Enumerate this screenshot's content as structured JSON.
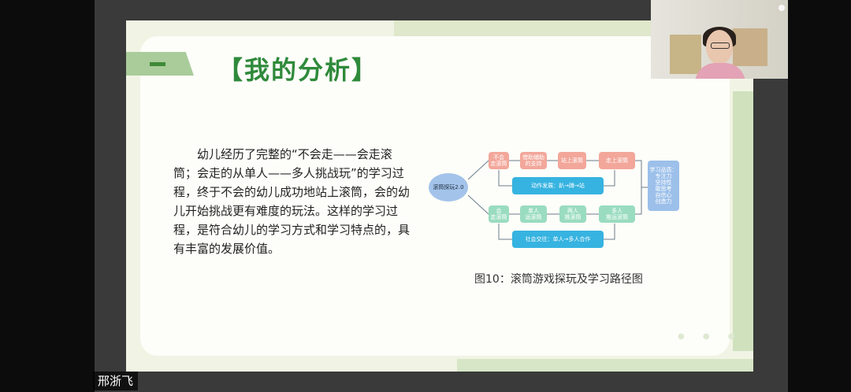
{
  "slide": {
    "title": "【我的分析】",
    "paragraph": "幼儿经历了完整的“不会走——会走滚筒；会走的从单人——多人挑战玩”的学习过程，终于不会的幼儿成功地站上滚筒，会的幼儿开始挑战更有难度的玩法。这样的学习过程，是符合幼儿的学习方式和学习特点的，具有丰富的发展价值。",
    "caption": "图10：滚筒游戏探玩及学习路径图",
    "diagram": {
      "root": "滚筒探玩2.0",
      "top_nodes": [
        "不会\n走滚筒",
        "借助辅助\n的支持",
        "站上滚筒",
        "走上滚筒"
      ],
      "top_summary": "动作发展：趴→蹲→站",
      "bottom_nodes": [
        "会\n走滚筒",
        "单人\n运滚筒",
        "两人\n推滚筒",
        "多人\n推运滚筒"
      ],
      "bottom_summary": "社会交往：单人→多人合作",
      "outcome": "学习品质：\n专注力\n坚持性\n敢思考\n自信心\n创造力"
    }
  },
  "participant": {
    "name": "邢浙飞"
  },
  "icons": [
    "mic-icon"
  ]
}
